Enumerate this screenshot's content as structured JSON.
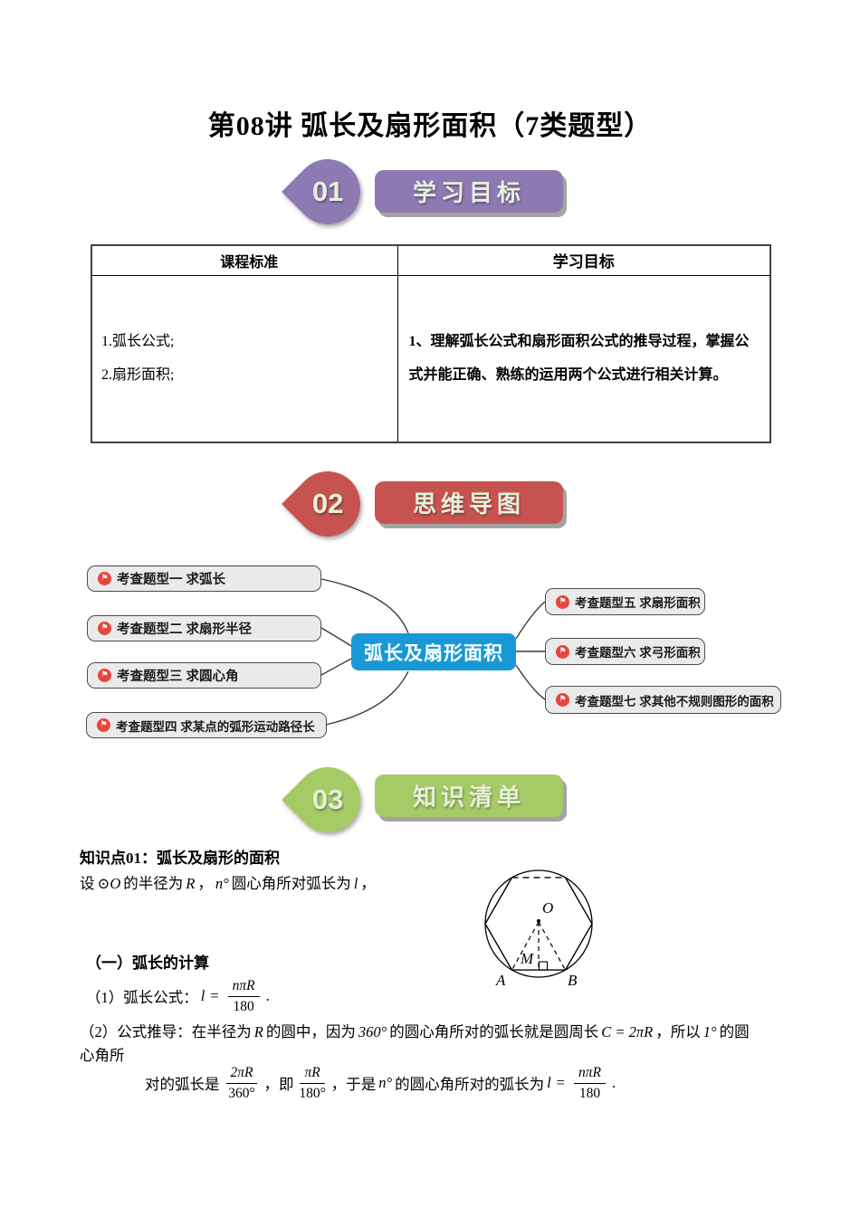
{
  "page": {
    "title": "第08讲 弧长及扇形面积（7类题型）"
  },
  "colors": {
    "section1_purple": "#8d7ab3",
    "section2_red": "#c75350",
    "section3_green": "#a6ca66",
    "mindmap_center_blue": "#1899d6",
    "flag_icon_red": "#e8463c",
    "badge_text_green": "#e6f0da"
  },
  "sections": {
    "s1": {
      "num": "01",
      "label": "学习目标"
    },
    "s2": {
      "num": "02",
      "label": "思维导图"
    },
    "s3": {
      "num": "03",
      "label": "知识清单"
    }
  },
  "table": {
    "header_left": "课程标准",
    "header_right": "学习目标",
    "standard_line1": "1.弧长公式;",
    "standard_line2": "2.扇形面积;",
    "goal_text": "1、理解弧长公式和扇形面积公式的推导过程，掌握公式并能正确、熟练的运用两个公式进行相关计算。"
  },
  "mindmap": {
    "center": "弧长及扇形面积",
    "flag_glyph": "⚑",
    "left": [
      "考查题型一 求弧长",
      "考查题型二 求扇形半径",
      "考查题型三 求圆心角",
      "考查题型四 求某点的弧形运动路径长"
    ],
    "right": [
      "考查题型五 求扇形面积",
      "考查题型六 求弓形面积",
      "考查题型七 求其他不规则图形的面积"
    ]
  },
  "knowledge": {
    "heading": "知识点01：弧长及扇形的面积",
    "intro": {
      "s1": "设",
      "s2": "⊙O",
      "s3": "的半径为",
      "s4": "R",
      "s5": "，",
      "s6": "n°",
      "s7": "圆心角所对弧长为",
      "s8": "l",
      "s9": "，"
    },
    "sub1_heading": "（一）弧长的计算",
    "f1": {
      "prefix": "（1）弧长公式：",
      "lhs": "l",
      "eq": "=",
      "num": "nπR",
      "den": "180",
      "suffix": "."
    },
    "derivation": {
      "l1s1": "（2）公式推导：在半径为",
      "l1s2": "R",
      "l1s3": "的圆中，因为",
      "l1s4": "360°",
      "l1s5": "的圆心角所对的弧长就是圆周长",
      "l1s6": "C = 2πR",
      "l1s7": "，所以",
      "l1s8": "1°",
      "l1s9": "的圆",
      "l2": "心角所",
      "l3s1": "对的弧长是",
      "f2num": "2πR",
      "f2den": "360°",
      "l3s2": "，即",
      "f3num": "πR",
      "f3den": "180°",
      "l3s3": "，于是",
      "l3s4": "n°",
      "l3s5": "的圆心角所对的弧长为",
      "l3s6": "l",
      "l3eq": "=",
      "f4num": "nπR",
      "f4den": "180",
      "l3s7": "."
    },
    "diagram": {
      "labels": {
        "o": "O",
        "m": "M",
        "a": "A",
        "b": "B"
      }
    }
  }
}
